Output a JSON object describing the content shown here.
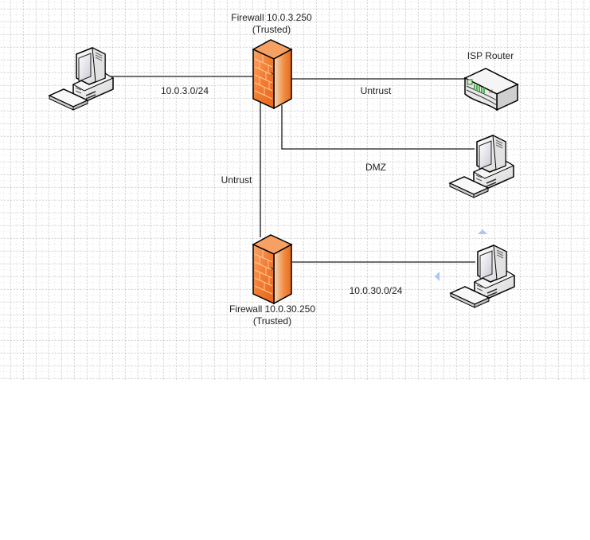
{
  "diagram": {
    "nodes": [
      {
        "id": "firewall-1",
        "type": "firewall",
        "label_line1": "Firewall 10.0.3.250",
        "label_line2": "(Trusted)"
      },
      {
        "id": "firewall-2",
        "type": "firewall",
        "label_line1": "Firewall 10.0.30.250",
        "label_line2": "(Trusted)"
      },
      {
        "id": "isp-router",
        "type": "router",
        "label": "ISP Router"
      },
      {
        "id": "pc-left",
        "type": "workstation"
      },
      {
        "id": "pc-dmz",
        "type": "workstation"
      },
      {
        "id": "pc-bottom",
        "type": "workstation"
      }
    ],
    "edges": [
      {
        "from": "pc-left",
        "to": "firewall-1",
        "label": "10.0.3.0/24"
      },
      {
        "from": "firewall-1",
        "to": "isp-router",
        "label": "Untrust"
      },
      {
        "from": "firewall-1",
        "to": "pc-dmz",
        "label": "DMZ"
      },
      {
        "from": "firewall-1",
        "to": "firewall-2",
        "label": "Untrust"
      },
      {
        "from": "firewall-2",
        "to": "pc-bottom",
        "label": "10.0.30.0/24"
      }
    ]
  },
  "colors": {
    "firewall_orange": "#f07a30",
    "grid": "#b8b8b8",
    "connector": "#1a1a1a",
    "handle_blue": "#a9c8ef"
  }
}
